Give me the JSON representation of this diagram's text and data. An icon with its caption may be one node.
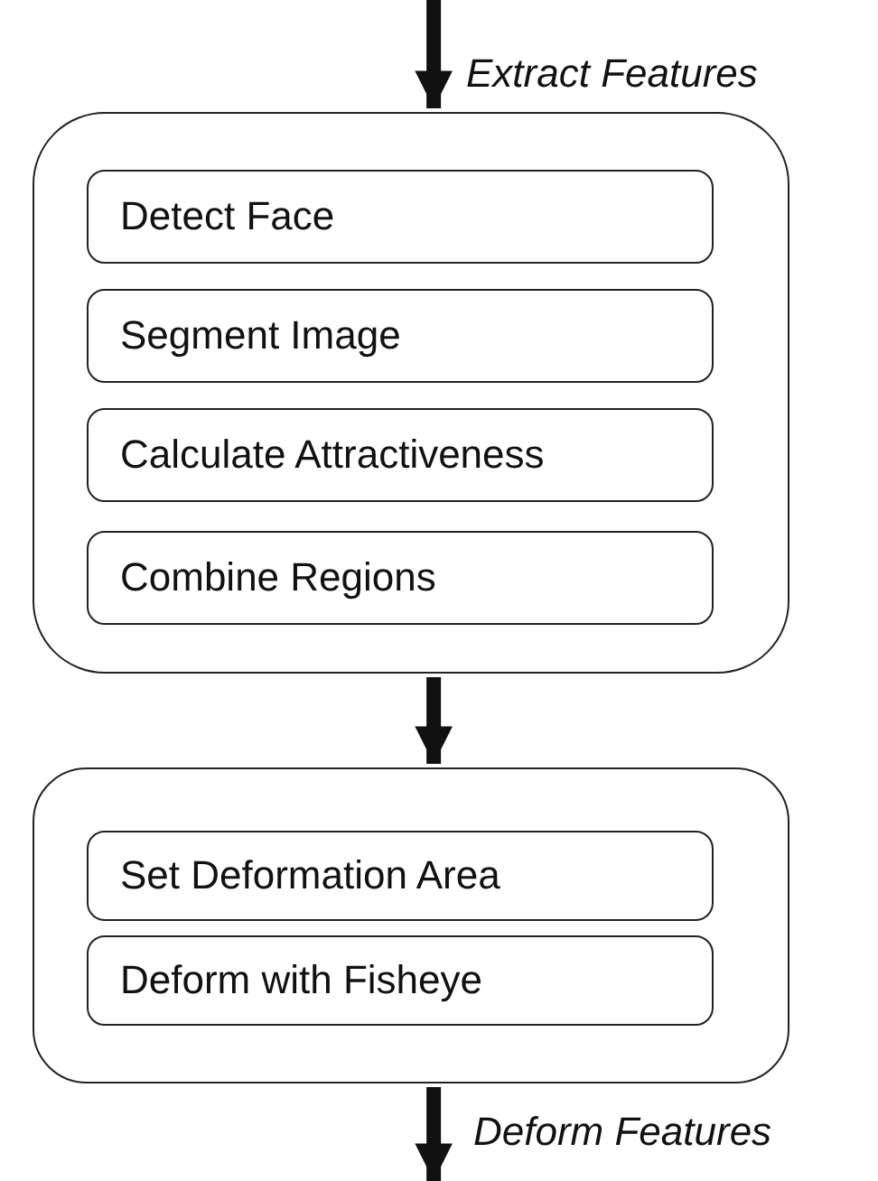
{
  "diagram": {
    "nodes": [
      {
        "text": [],
        "shape": "box"
      },
      {
        "text": [
          "Detect Face"
        ],
        "in": 0
      },
      {
        "text": [
          "Segment Image"
        ],
        "in": 0
      },
      {
        "text": [
          "Calculate Attractiveness"
        ],
        "in": 0
      },
      {
        "text": [
          "Combine Regions"
        ],
        "in": 0
      },
      {
        "text": [],
        "shape": "box"
      },
      {
        "text": [
          "Set Deformation Area"
        ],
        "in": 5
      },
      {
        "text": [
          "Deform with Fisheye"
        ],
        "in": 5
      }
    ],
    "edges": [
      {
        "from": null,
        "to": 0,
        "arrow": "to",
        "label": "Extract Features"
      },
      {
        "from": 0,
        "to": 5,
        "arrow": "to"
      },
      {
        "from": 5,
        "to": null,
        "arrow": "to",
        "label": "Deform Features"
      }
    ]
  }
}
